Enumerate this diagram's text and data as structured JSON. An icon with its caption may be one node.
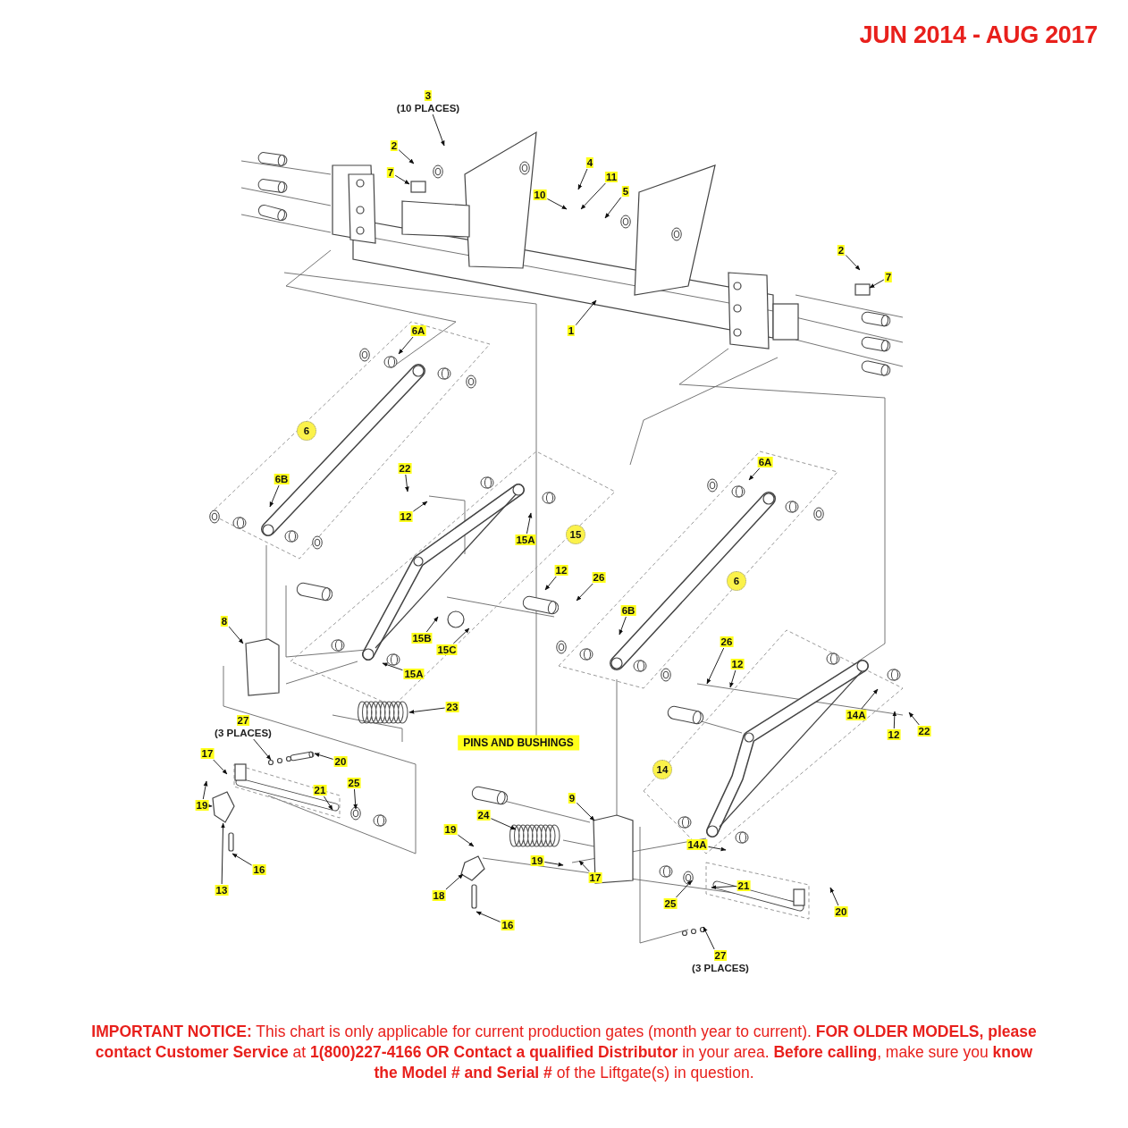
{
  "diagram": {
    "title": "JUN 2014 - AUG 2017",
    "caption": "**IMPORTANT NOTICE:** This chart is only applicable for current production gates (month year to current). **FOR OLDER MODELS, please contact Customer Service** at **1(800)227-4166 OR Contact a qualified Distributor** in your area. **Before calling**, make sure you **know the Model # and Serial #** of the Liftgate(s) in question.",
    "nodes": [
      {
        "text": [
          "3"
        ],
        "beside": [
          "(10 PLACES)"
        ]
      },
      {
        "text": [
          "2"
        ]
      },
      {
        "text": [
          "7"
        ]
      },
      {
        "text": [
          "4"
        ]
      },
      {
        "text": [
          "11"
        ]
      },
      {
        "text": [
          "10"
        ]
      },
      {
        "text": [
          "5"
        ]
      },
      {
        "text": [
          "2"
        ]
      },
      {
        "text": [
          "7"
        ]
      },
      {
        "text": [
          "1"
        ]
      },
      {
        "text": [
          "6A"
        ]
      },
      {
        "text": [
          "6"
        ]
      },
      {
        "text": [
          "6B"
        ]
      },
      {
        "text": [
          "22"
        ]
      },
      {
        "text": [
          "12"
        ]
      },
      {
        "text": [
          "15A"
        ]
      },
      {
        "text": [
          "15"
        ]
      },
      {
        "text": [
          "12"
        ]
      },
      {
        "text": [
          "26"
        ]
      },
      {
        "text": [
          "6A"
        ]
      },
      {
        "text": [
          "6"
        ]
      },
      {
        "text": [
          "6B"
        ]
      },
      {
        "text": [
          "8"
        ]
      },
      {
        "text": [
          "15B"
        ]
      },
      {
        "text": [
          "15C"
        ]
      },
      {
        "text": [
          "15A"
        ]
      },
      {
        "text": [
          "26"
        ]
      },
      {
        "text": [
          "12"
        ]
      },
      {
        "text": [
          "23"
        ]
      },
      {
        "text": [
          "27"
        ],
        "beside": [
          "(3 PLACES)"
        ]
      },
      {
        "text": [
          "PINS AND BUSHINGS"
        ]
      },
      {
        "text": [
          "14A"
        ]
      },
      {
        "text": [
          "12"
        ]
      },
      {
        "text": [
          "22"
        ]
      },
      {
        "text": [
          "20"
        ]
      },
      {
        "text": [
          "17"
        ]
      },
      {
        "text": [
          "14"
        ]
      },
      {
        "text": [
          "21"
        ]
      },
      {
        "text": [
          "25"
        ]
      },
      {
        "text": [
          "19"
        ]
      },
      {
        "text": [
          "9"
        ]
      },
      {
        "text": [
          "24"
        ]
      },
      {
        "text": [
          "19"
        ]
      },
      {
        "text": [
          "19"
        ]
      },
      {
        "text": [
          "17"
        ]
      },
      {
        "text": [
          "14A"
        ]
      },
      {
        "text": [
          "21"
        ]
      },
      {
        "text": [
          "13"
        ]
      },
      {
        "text": [
          "16"
        ]
      },
      {
        "text": [
          "25"
        ]
      },
      {
        "text": [
          "18"
        ]
      },
      {
        "text": [
          "16"
        ]
      },
      {
        "text": [
          "20"
        ]
      },
      {
        "text": [
          "27"
        ],
        "beside": [
          "(3 PLACES)"
        ]
      },
      {
        "text": [],
        "shape": "picture"
      }
    ],
    "edges": [
      {
        "from": 0,
        "to": null,
        "arrow": "to"
      },
      {
        "from": 1,
        "to": null,
        "arrow": "to"
      },
      {
        "from": 2,
        "to": null,
        "arrow": "to"
      },
      {
        "from": 3,
        "to": null,
        "arrow": "to"
      },
      {
        "from": 4,
        "to": null,
        "arrow": "to"
      },
      {
        "from": 5,
        "to": null,
        "arrow": "to"
      },
      {
        "from": 6,
        "to": null,
        "arrow": "to"
      },
      {
        "from": 7,
        "to": null,
        "arrow": "to"
      },
      {
        "from": 8,
        "to": null,
        "arrow": "to"
      },
      {
        "from": 9,
        "to": null,
        "arrow": "to"
      },
      {
        "from": 10,
        "to": null,
        "arrow": "to"
      },
      {
        "from": 12,
        "to": null,
        "arrow": "to"
      },
      {
        "from": 13,
        "to": null,
        "arrow": "to"
      },
      {
        "from": 14,
        "to": null,
        "arrow": "to"
      },
      {
        "from": 15,
        "to": null,
        "arrow": "to"
      },
      {
        "from": 17,
        "to": null,
        "arrow": "to"
      },
      {
        "from": 18,
        "to": null,
        "arrow": "to"
      },
      {
        "from": 19,
        "to": null,
        "arrow": "to"
      },
      {
        "from": 21,
        "to": null,
        "arrow": "to"
      },
      {
        "from": 22,
        "to": null,
        "arrow": "to"
      },
      {
        "from": 23,
        "to": null,
        "arrow": "to"
      },
      {
        "from": 24,
        "to": null,
        "arrow": "to"
      },
      {
        "from": 25,
        "to": null,
        "arrow": "to"
      },
      {
        "from": 26,
        "to": null,
        "arrow": "to"
      },
      {
        "from": 27,
        "to": null,
        "arrow": "to"
      },
      {
        "from": 28,
        "to": null,
        "arrow": "to"
      },
      {
        "from": 29,
        "to": null,
        "arrow": "to"
      },
      {
        "from": 31,
        "to": null,
        "arrow": "to"
      },
      {
        "from": 32,
        "to": null,
        "arrow": "to"
      },
      {
        "from": 33,
        "to": null,
        "arrow": "to"
      },
      {
        "from": 34,
        "to": null,
        "arrow": "to"
      },
      {
        "from": 35,
        "to": null,
        "arrow": "to"
      },
      {
        "from": 37,
        "to": null,
        "arrow": "to"
      },
      {
        "from": 38,
        "to": null,
        "arrow": "to"
      },
      {
        "from": 39,
        "to": null,
        "arrow": "to"
      },
      {
        "from": 39,
        "to": 54,
        "arrow": "to"
      },
      {
        "from": 40,
        "to": null,
        "arrow": "to"
      },
      {
        "from": 41,
        "to": null,
        "arrow": "to"
      },
      {
        "from": 42,
        "to": null,
        "arrow": "to"
      },
      {
        "from": 43,
        "to": null,
        "arrow": "to"
      },
      {
        "from": 44,
        "to": null,
        "arrow": "to"
      },
      {
        "from": 45,
        "to": null,
        "arrow": "to"
      },
      {
        "from": 46,
        "to": null,
        "arrow": "to"
      },
      {
        "from": 47,
        "to": 54,
        "arrow": "to"
      },
      {
        "from": 48,
        "to": null,
        "arrow": "to"
      },
      {
        "from": 49,
        "to": null,
        "arrow": "to"
      },
      {
        "from": 50,
        "to": null,
        "arrow": "to"
      },
      {
        "from": 51,
        "to": null,
        "arrow": "to"
      },
      {
        "from": 52,
        "to": null,
        "arrow": "to"
      },
      {
        "from": 53,
        "to": null,
        "arrow": "to"
      }
    ]
  }
}
